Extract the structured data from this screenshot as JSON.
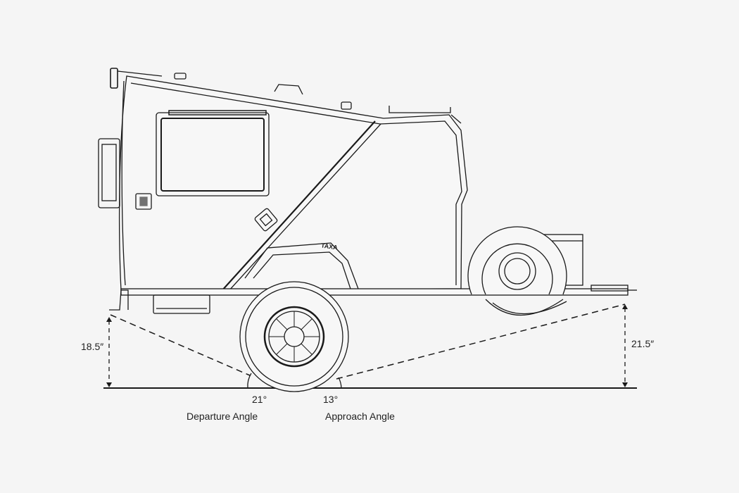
{
  "logo_text": "TAXA",
  "dimensions": {
    "rear_height": "18.5″",
    "front_height": "21.5″"
  },
  "angles": {
    "departure_value": "21°",
    "departure_label": "Departure Angle",
    "approach_value": "13°",
    "approach_label": "Approach Angle"
  },
  "colors": {
    "line": "#1a1a1a",
    "background": "#f5f5f5"
  }
}
